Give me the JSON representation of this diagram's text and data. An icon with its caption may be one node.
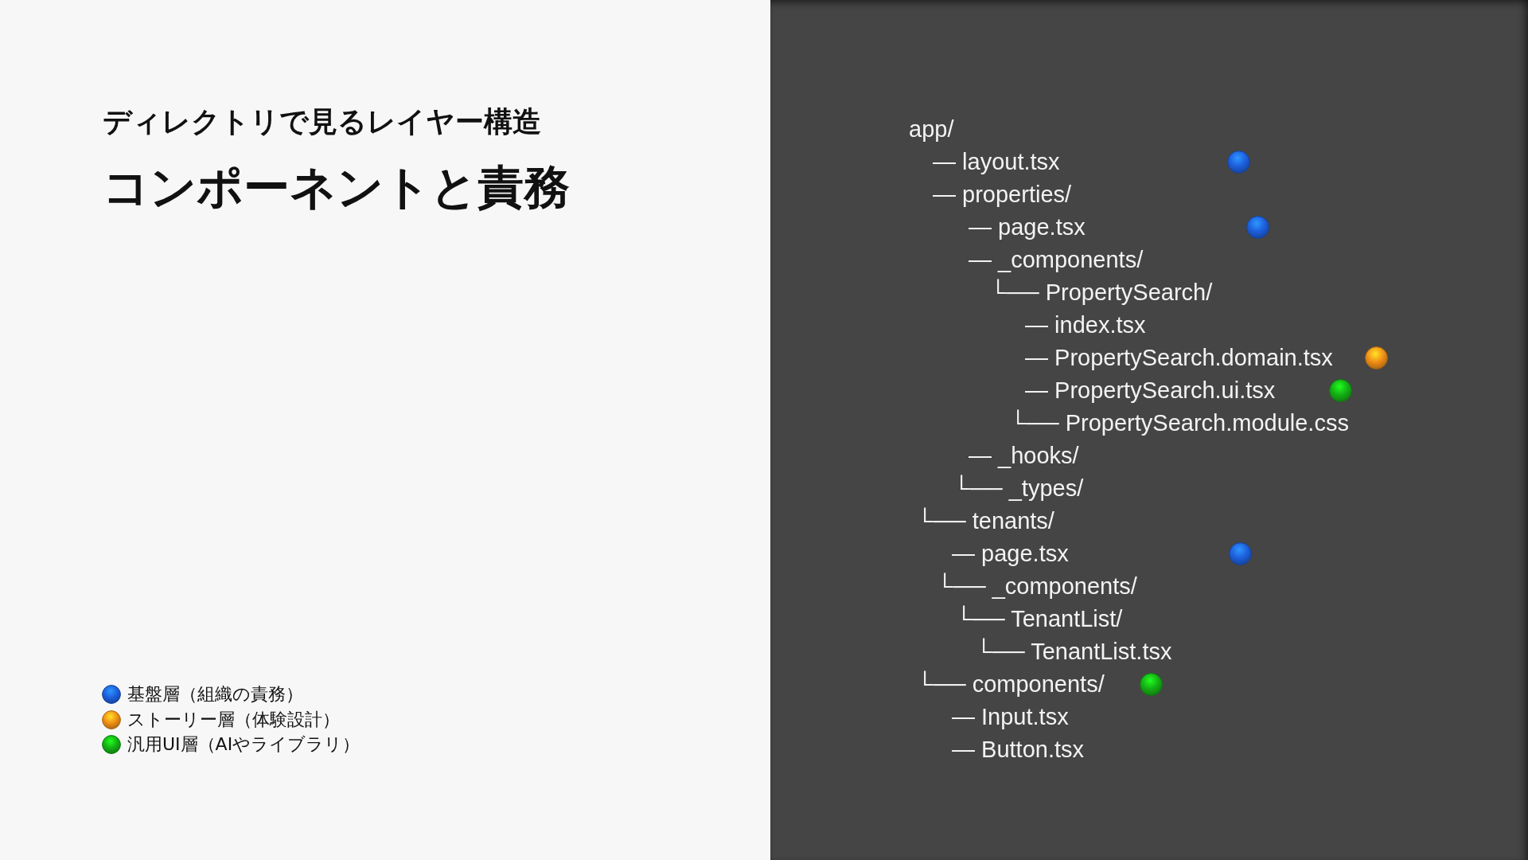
{
  "diagram": {
    "title": "コンポーネントと責務",
    "labels": [
      "ディレクトリで見るレイヤー構造",
      "app/",
      "— layout.tsx",
      "— properties/",
      "— page.tsx",
      "— _components/",
      "└── PropertySearch/",
      "— index.tsx",
      "— PropertySearch.domain.tsx",
      "— PropertySearch.ui.tsx",
      "└── PropertySearch.module.css",
      "— _hooks/",
      "└── _types/",
      "└── tenants/",
      "— page.tsx",
      "└── _components/",
      "└── TenantList/",
      "└── TenantList.tsx",
      "└── components/",
      "— Input.tsx",
      "— Button.tsx"
    ],
    "legend": [
      {
        "text": "基盤層（組織の責務）",
        "color": "#1d5fdc"
      },
      {
        "text": "ストーリー層（体験設計）",
        "color": "#f08f17"
      },
      {
        "text": "汎用UI層（AIやライブラリ）",
        "color": "#14b014"
      }
    ]
  }
}
